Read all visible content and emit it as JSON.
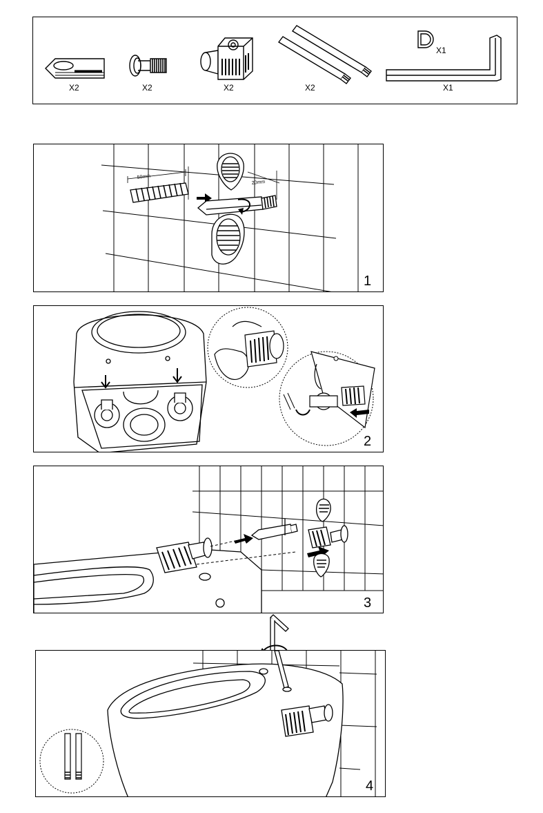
{
  "parts": {
    "items": [
      {
        "icon": "anchor-bolt-icon",
        "qty": "X2"
      },
      {
        "icon": "flange-screw-icon",
        "qty": "X2"
      },
      {
        "icon": "fixing-block-icon",
        "qty": "X2"
      },
      {
        "icon": "threaded-rod-icon",
        "qty": "X2"
      },
      {
        "icon": "hex-key-icon",
        "qty": "X1"
      }
    ],
    "cap_qty": "X1"
  },
  "steps": [
    {
      "number": "1",
      "dim_left": "50mm",
      "dim_right": "20mm"
    },
    {
      "number": "2"
    },
    {
      "number": "3"
    },
    {
      "number": "4"
    }
  ]
}
